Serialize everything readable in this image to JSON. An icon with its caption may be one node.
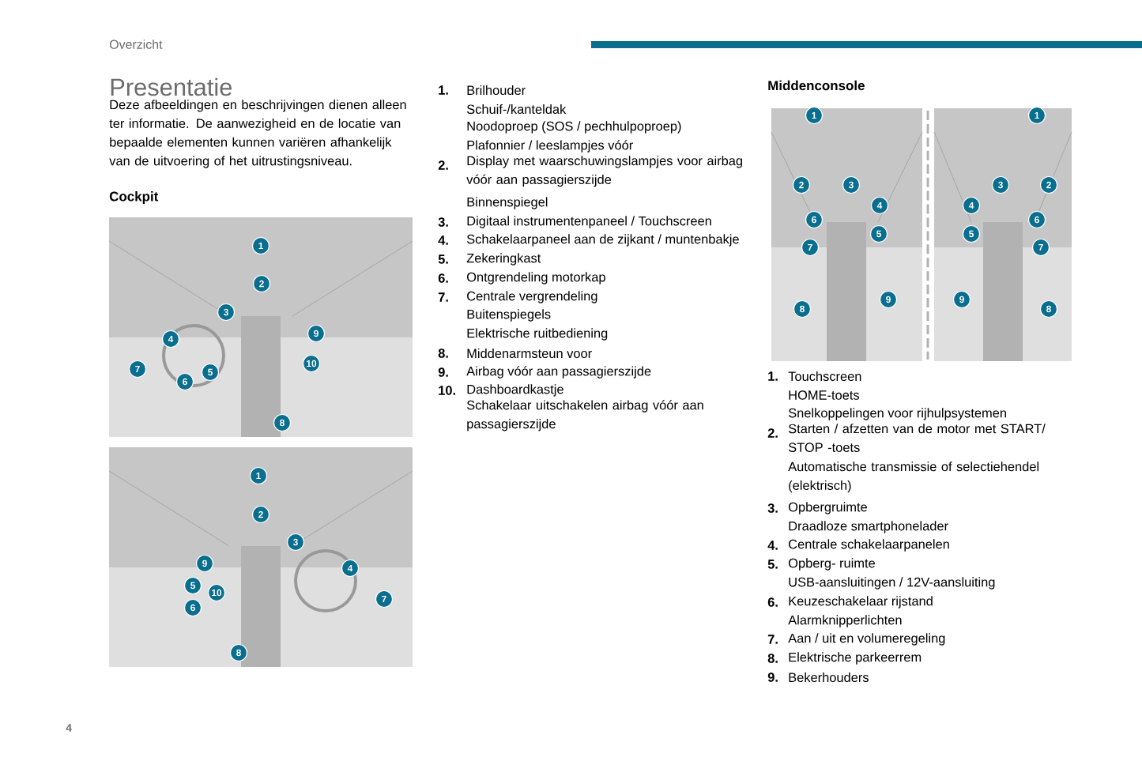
{
  "diagram": {
    "title": "Presentatie",
    "labels": [
      "Overzicht",
      "Deze afbeeldingen en beschrijvingen dienen alleen ter informatie. De aanwezigheid en de locatie van bepaalde elementen kunnen variëren afhankelijk van de uitvoering of het uitrustingsniveau.",
      "Cockpit",
      "1",
      "2",
      "3",
      "9",
      "4",
      "10",
      "7",
      "5",
      "6",
      "8",
      "1",
      "2",
      "3",
      "9",
      "4",
      "5",
      "10",
      "7",
      "6",
      "8",
      "1.",
      "Brilhouder",
      "Schuif-/kanteldak",
      "Noodoproep (SOS / pechhulpoproep)",
      "Plafonnier / leeslampjes vóór",
      "2.",
      "Display met waarschuwingslampjes voor airbag vóór aan passagierszijde",
      "Binnenspiegel",
      "3.",
      "Digitaal instrumentenpaneel / Touchscreen",
      "4.",
      "Schakelaarpaneel aan de zijkant / muntenbakje",
      "5.",
      "Zekeringkast",
      "6.",
      "Ontgrendeling motorkap",
      "7.",
      "Centrale vergrendeling",
      "Buitenspiegels",
      "Elektrische ruitbediening",
      "8.",
      "Middenarmsteun voor",
      "9.",
      "Airbag vóór aan passagierszijde",
      "10.",
      "Dashboardkastje",
      "Schakelaar uitschakelen airbag vóór aan passagierszijde",
      "Middenconsole",
      "1",
      "2",
      "3",
      "4",
      "6",
      "5",
      "7",
      "9",
      "8",
      "1",
      "3",
      "2",
      "4",
      "6",
      "5",
      "7",
      "9",
      "8",
      "1.",
      "Touchscreen",
      "HOME-toets",
      "Snelkoppelingen voor rijhulpsystemen",
      "2.",
      "Starten / afzetten van de motor met START/ STOP -toets",
      "Automatische transmissie of selectiehendel (elektrisch)",
      "3.",
      "Opbergruimte",
      "Draadloze smartphonelader",
      "4.",
      "Centrale schakelaarpanelen",
      "5.",
      "Opberg- ruimte",
      "USB-aansluitingen / 12V-aansluiting",
      "6.",
      "Keuzeschakelaar rijstand",
      "Alarmknipperlichten",
      "7.",
      "Aan / uit en volumeregeling",
      "8.",
      "Elektrische parkeerrem",
      "9.",
      "Bekerhouders",
      "4"
    ]
  }
}
